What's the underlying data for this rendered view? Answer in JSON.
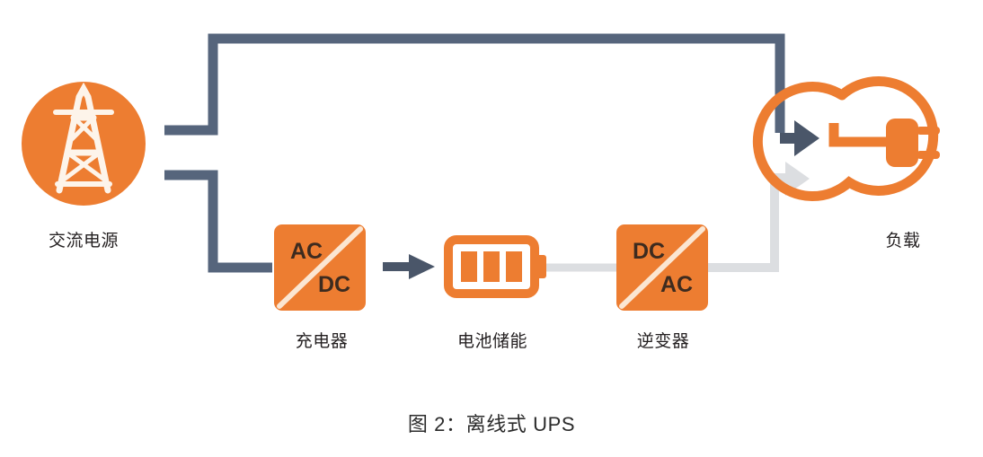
{
  "figure": {
    "caption": "图 2：离线式 UPS"
  },
  "colors": {
    "orange": "#ED7D31",
    "orange_dark": "#E8762A",
    "line_dark": "#56657C",
    "line_gray": "#DCDEE1",
    "arrow_dark": "#4A5669",
    "text_dark": "#231f20",
    "box_text": "#3d2b1f",
    "background": "#FFFFFF"
  },
  "nodes": {
    "ac_source": {
      "label": "交流电源",
      "icon": "transmission-tower-icon"
    },
    "charger": {
      "label": "充电器",
      "top_text": "AC",
      "bottom_text": "DC",
      "icon": "ac-dc-converter-icon"
    },
    "battery": {
      "label": "电池储能",
      "icon": "battery-icon",
      "cells": 3
    },
    "inverter": {
      "label": "逆变器",
      "top_text": "DC",
      "bottom_text": "AC",
      "icon": "dc-ac-inverter-icon"
    },
    "load": {
      "label": "负载",
      "icon": "power-plug-icon"
    }
  },
  "connections": [
    {
      "name": "mains-bypass-path",
      "from": "ac_source",
      "to": "load",
      "style": "solid-dark",
      "arrow": true,
      "color": "#56657C"
    },
    {
      "name": "mains-to-charger-path",
      "from": "ac_source",
      "to": "charger",
      "style": "solid-dark",
      "arrow": false,
      "color": "#56657C"
    },
    {
      "name": "charger-to-battery-arrow",
      "from": "charger",
      "to": "battery",
      "style": "solid-dark",
      "arrow": true,
      "color": "#4A5669"
    },
    {
      "name": "battery-to-inverter-path",
      "from": "battery",
      "to": "inverter",
      "style": "solid-gray",
      "arrow": false,
      "color": "#DCDEE1"
    },
    {
      "name": "inverter-to-load-path",
      "from": "inverter",
      "to": "load",
      "style": "solid-gray",
      "arrow": true,
      "color": "#DCDEE1"
    }
  ]
}
